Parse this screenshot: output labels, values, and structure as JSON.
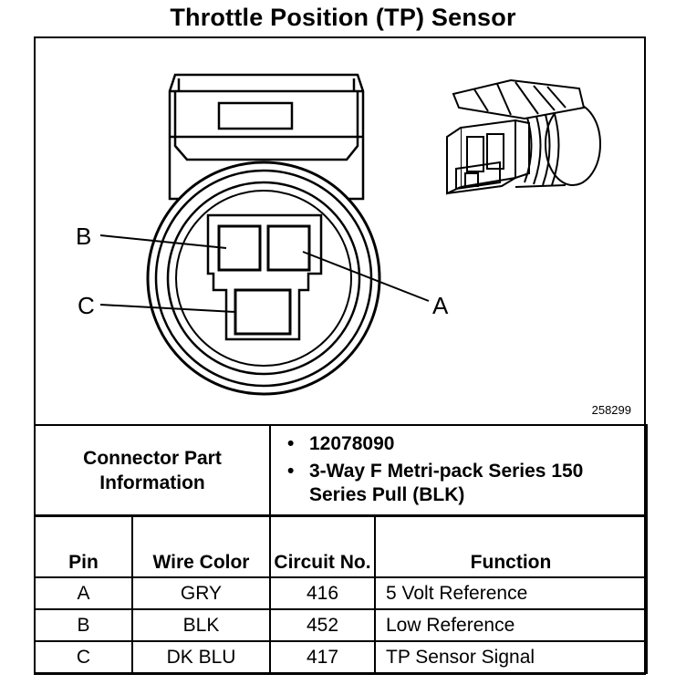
{
  "title": "Throttle Position (TP) Sensor",
  "figure_number": "258299",
  "pin_callouts": {
    "a": "A",
    "b": "B",
    "c": "C"
  },
  "connector": {
    "label": "Connector Part Information",
    "parts": [
      "12078090",
      "3-Way F Metri-pack Series 150 Series Pull (BLK)"
    ]
  },
  "pin_table": {
    "headers": {
      "pin": "Pin",
      "wire_color": "Wire Color",
      "circuit_no": "Circuit No.",
      "function": "Function"
    },
    "rows": [
      {
        "pin": "A",
        "wire_color": "GRY",
        "circuit_no": "416",
        "function": "5 Volt Reference"
      },
      {
        "pin": "B",
        "wire_color": "BLK",
        "circuit_no": "452",
        "function": "Low Reference"
      },
      {
        "pin": "C",
        "wire_color": "DK BLU",
        "circuit_no": "417",
        "function": "TP Sensor Signal"
      }
    ]
  }
}
